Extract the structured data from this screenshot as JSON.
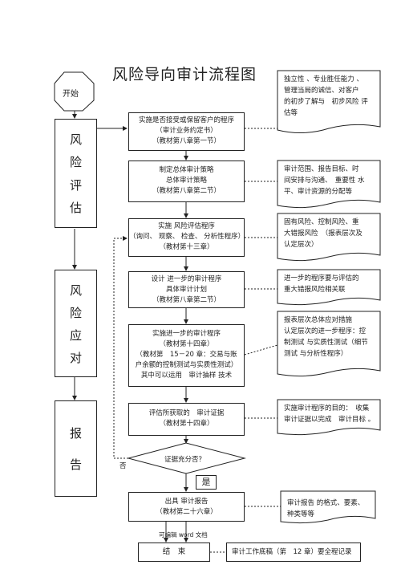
{
  "title": "风险导向审计流程图",
  "start": "开始",
  "phases": {
    "risk_assessment": [
      "风",
      "险",
      "评",
      "估"
    ],
    "risk_response": [
      "风",
      "险",
      "应",
      "对"
    ],
    "report": [
      "报",
      "告"
    ]
  },
  "steps": [
    [
      "实施是否接受或保留客户的程序",
      "（审计业务约定书）",
      "（教材第八章第一节）"
    ],
    [
      "制定总体审计策略",
      "总体审计策略",
      "（教材第八章第二节）"
    ],
    [
      "实施 风险评估程序",
      "（询问、 观察、 检查、 分析性程序）",
      "（教材第十三章）"
    ],
    [
      "设计 进一步的审计程序",
      "具体审计计划",
      "（教材第八章第二节）"
    ],
    [
      "实施进一步的审计程序",
      "（教材第十四章）",
      "（教材第　15－20 章：交易与账",
      "户余额的控制测试与实质性测试）",
      "其中可以运用　审计抽样 技术"
    ],
    [
      "评估所获取的　审计证据",
      "（教材第十四章）"
    ],
    [
      "出具 审计报告",
      "（教材第二十六章）"
    ]
  ],
  "decision": "证据充分否？",
  "yes": "是",
  "no": "否",
  "end": "结　束",
  "notes": [
    [
      "独立性 、专业胜任能力 、",
      "管理当局的诚信、对客户",
      "的初步了解与　初步风险 评",
      "估等"
    ],
    [
      "审计范围、报告目标、时",
      "间安排与沟通、　重要性 水",
      "平、审计资源的分配等"
    ],
    [
      "固有风险、控制风险、重",
      "大错报风险　（报表层次及",
      "认定层次）"
    ],
    [
      "进一步的程序要与评估的",
      "重大错报风险相关联"
    ],
    [
      "报表层次总体应对措施",
      "认定层次的进一步程序：控",
      "制测试 与实质性测试（细节",
      "测试 与分析性程序）"
    ],
    [
      "实施审计程序的目的：　收集",
      "审计证据以完成　审计目标 。"
    ],
    [
      "审计报告 的格式、要素、",
      "种类等等"
    ],
    [
      "审计工作底稿（第　12 章）要全程记录"
    ]
  ],
  "footer": "可编辑 word 文档"
}
